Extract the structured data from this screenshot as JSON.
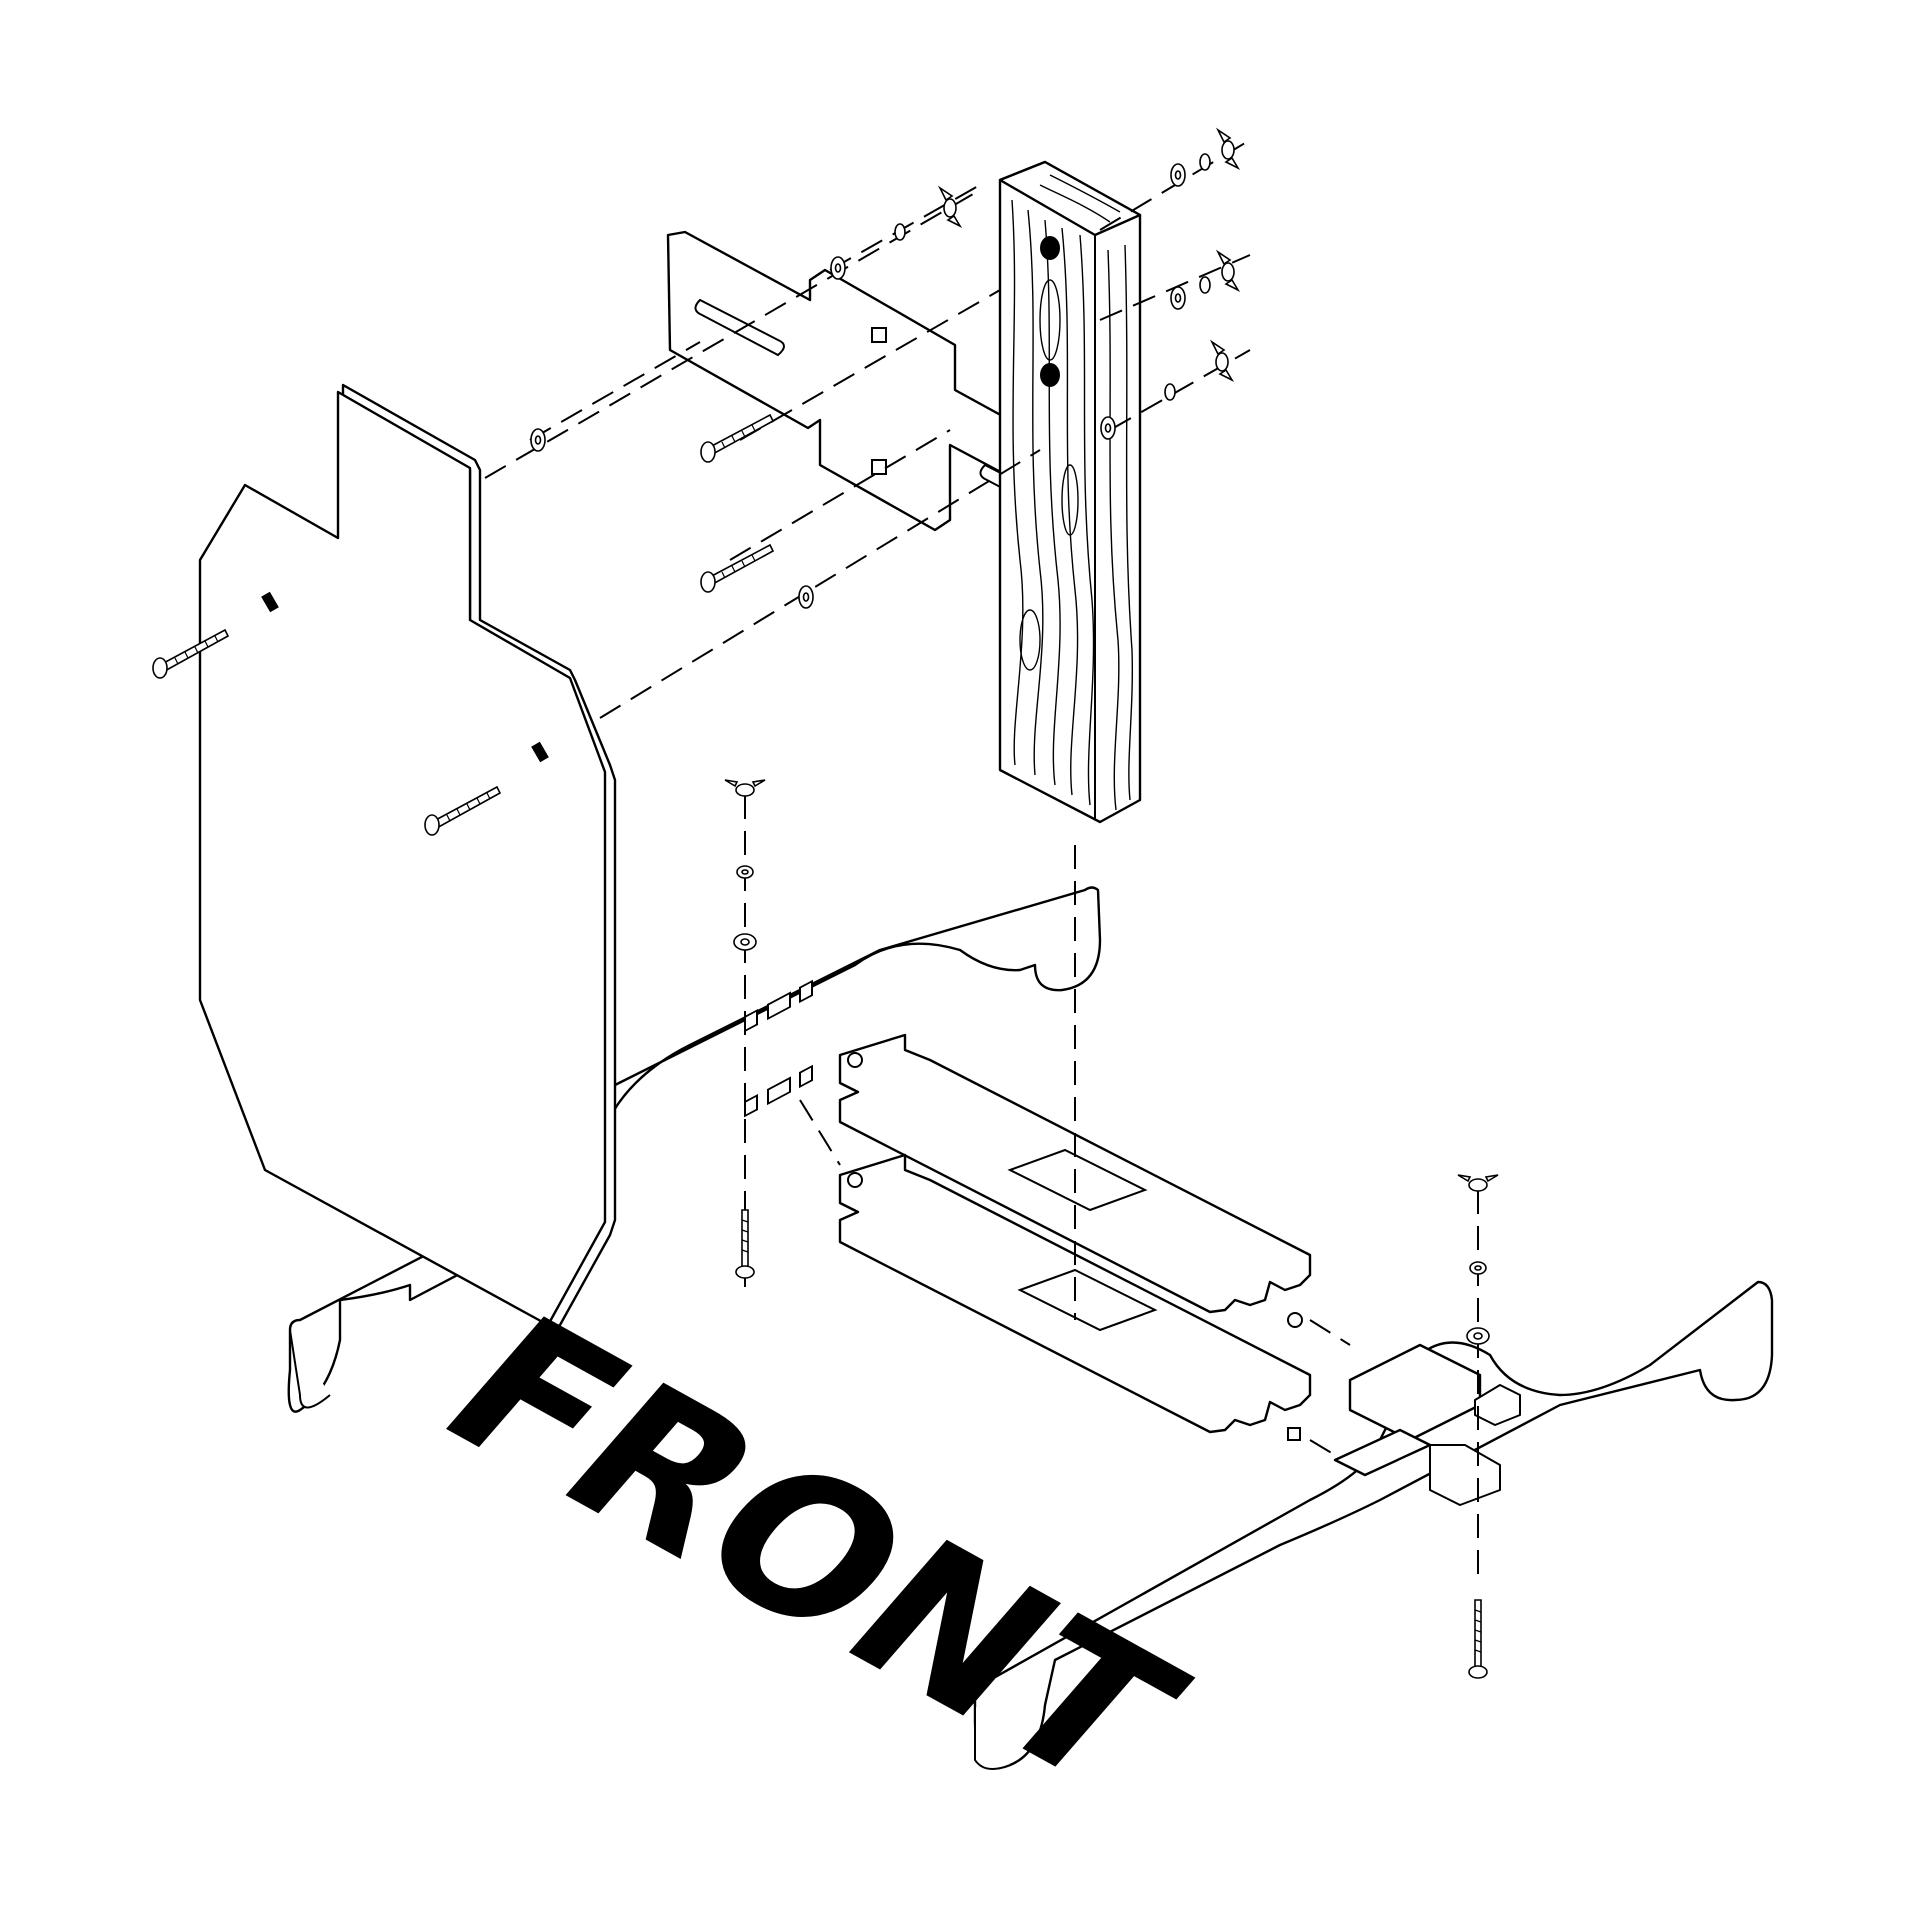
{
  "diagram": {
    "label": "FRONT",
    "parts": {
      "target_plate": "target-plate",
      "hanger_bracket": "hanger-bracket",
      "wood_post": "wood-post",
      "left_leg": "left-base-leg",
      "right_leg": "right-base-leg",
      "connector_plate_upper": "connector-plate-upper",
      "connector_plate_lower": "connector-plate-lower"
    },
    "hardware": {
      "carriage_bolts": 6,
      "wing_nuts": 6,
      "washers": 10
    },
    "colors": {
      "line": "#000000",
      "background": "#ffffff"
    }
  }
}
